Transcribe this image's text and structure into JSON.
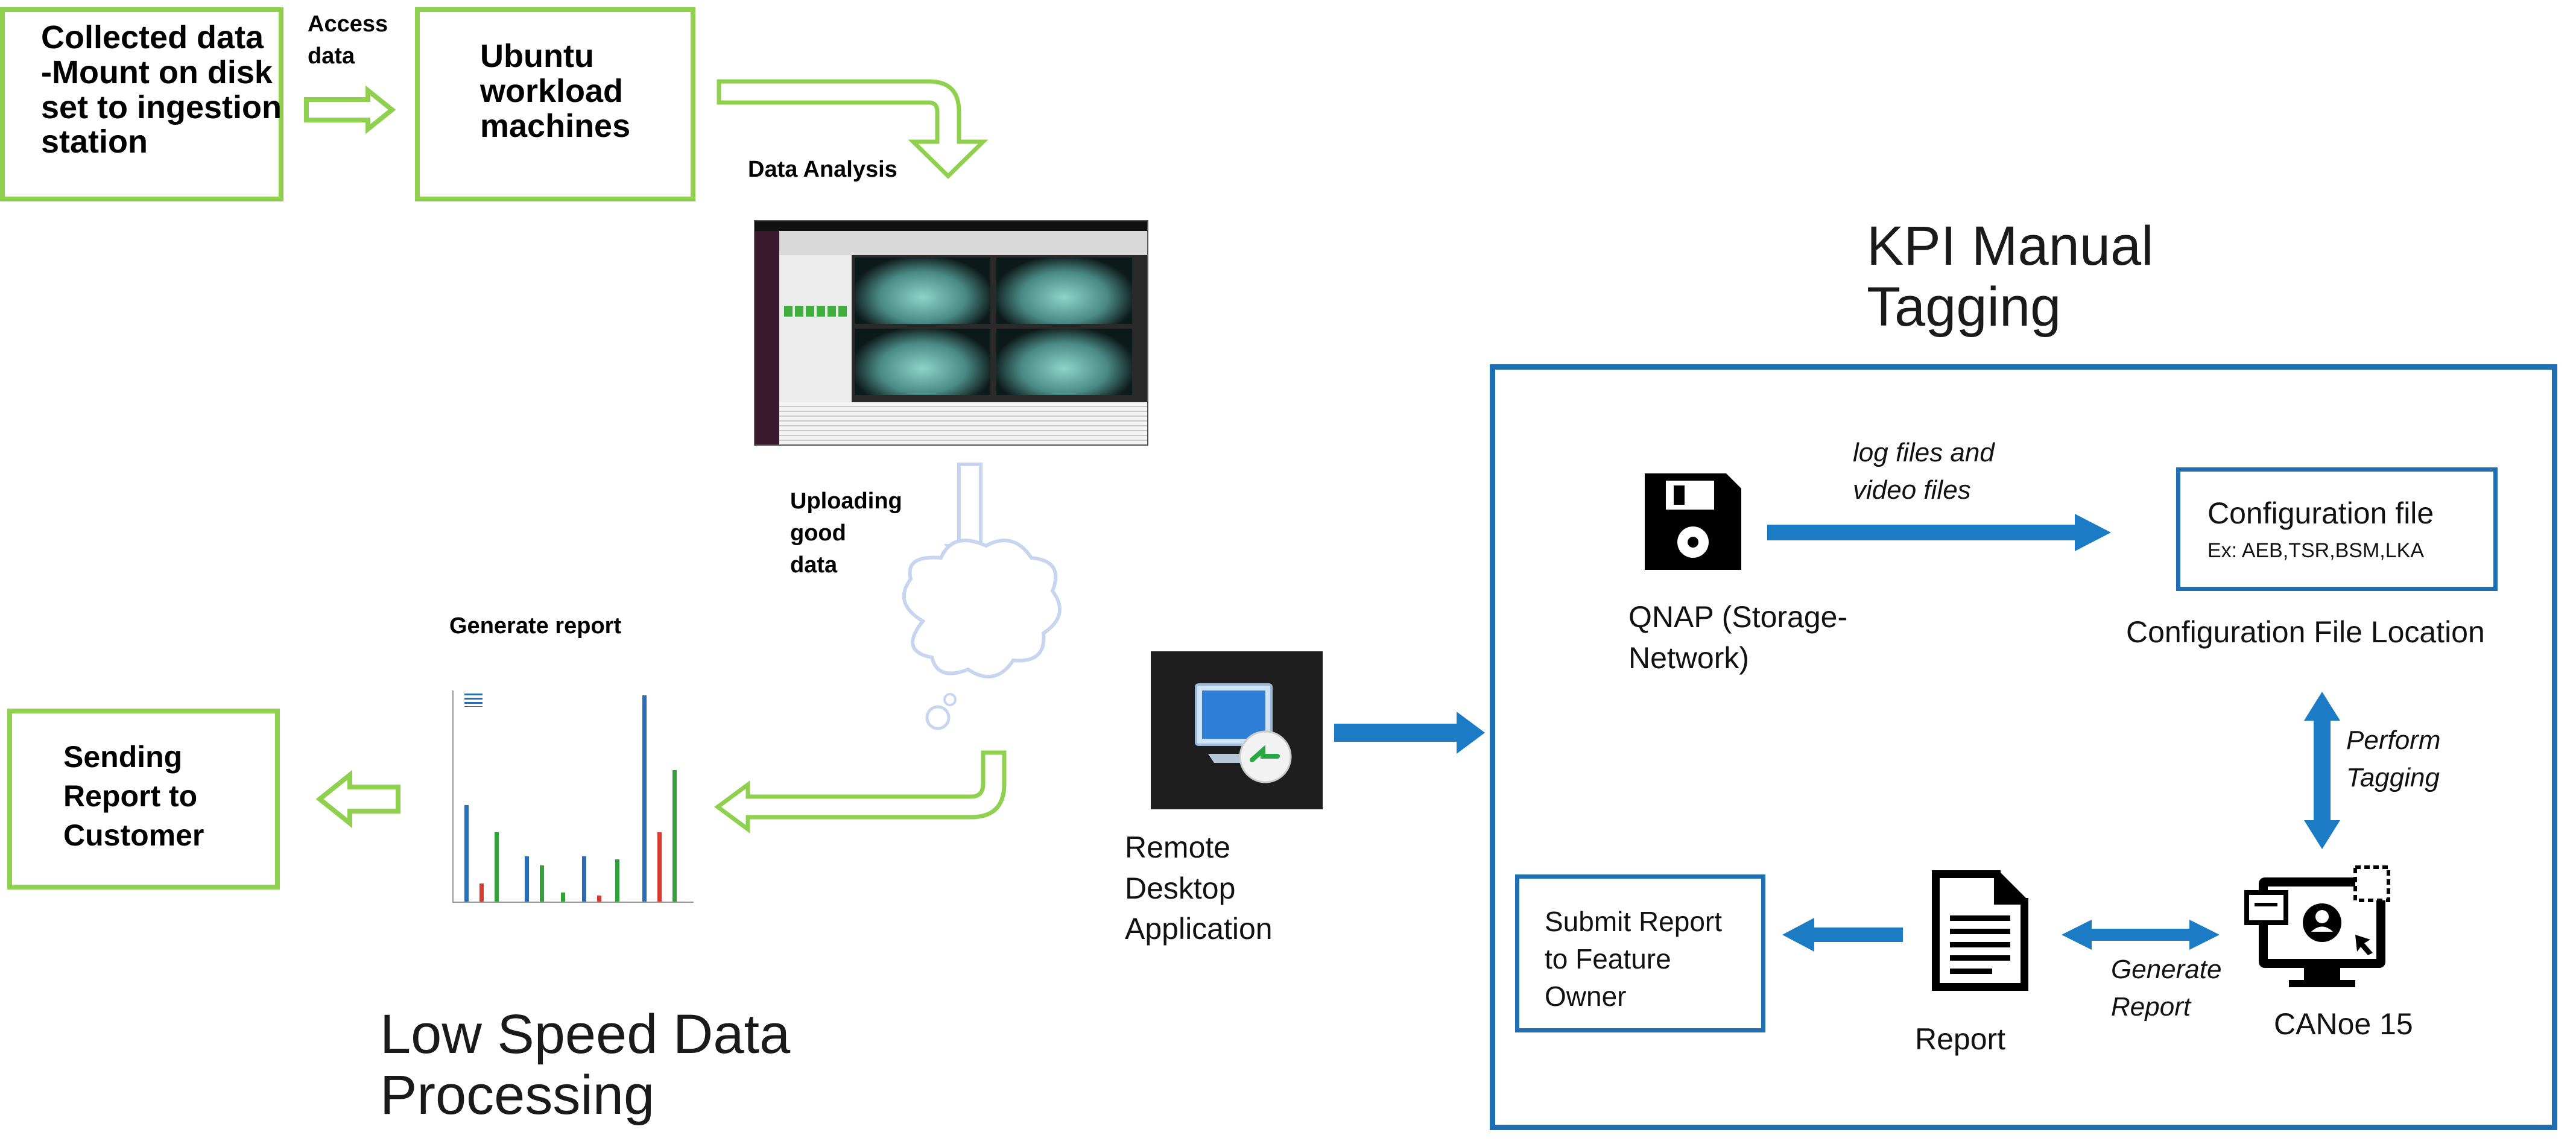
{
  "low_speed": {
    "box_collected": "Collected data -Mount on disk set to ingestion station",
    "access_data": "Access data",
    "box_ubuntu": "Ubuntu workload machines",
    "data_analysis": "Data Analysis",
    "uploading": "Uploading good data",
    "generate_report": "Generate report",
    "box_sending": "Sending Report to Customer",
    "title": "Low Speed Data Processing"
  },
  "remote_desktop": {
    "label": "Remote Desktop Application"
  },
  "kpi": {
    "title": "KPI Manual Tagging",
    "log_files": "log files and video files",
    "qnap": "QNAP (Storage-Network)",
    "config_box_title": "Configuration file",
    "config_box_sub": "Ex: AEB,TSR,BSM,LKA",
    "config_location": "Configuration File Location",
    "perform_tagging": "Perform Tagging",
    "canoe": "CANoe 15",
    "generate_report": "Generate Report",
    "report": "Report",
    "submit_box": "Submit Report to Feature Owner"
  },
  "colors": {
    "green": "#8fd14f",
    "blue": "#1f6fb2",
    "arrow_blue": "#1b7bc4"
  }
}
